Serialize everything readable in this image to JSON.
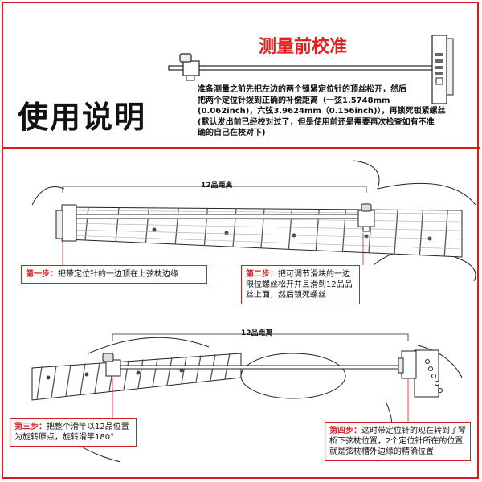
{
  "header": {
    "main_title": "使用说明",
    "calibration_title": "测量前校准",
    "instructions": [
      "准备测量之前先把左边的两个锁紧定位针的顶丝松开，然后",
      "把两个定位针拨到正确的补偿距离（一弦1.5748mm",
      "(0.062inch)，六弦3.9624mm（0.156inch)），再锁死锁紧螺丝",
      "(默认发出前已经校对过了，但是使用前还是需要再次检查如有不准",
      "确的自己在校对下)"
    ]
  },
  "diagram_top": {
    "distance_label": "12品距离",
    "step1": {
      "label": "第一步：",
      "text": "把带定位针的一边顶在上弦枕边缘"
    },
    "step2": {
      "label": "第二步：",
      "text": "把可调节滑块的一边限位螺丝松开并且滑到12品品丝上面，然后锁死螺丝"
    }
  },
  "diagram_bottom": {
    "distance_label": "12品距离",
    "step3": {
      "label": "第三步：",
      "text": "把整个滑竿以12品位置为旋转原点，旋转滑竿180°"
    },
    "step4": {
      "label": "第四步：",
      "text": "这时带定位针的现在转到了琴桥下弦枕位置，2个定位针所在的位置就是弦枕槽外边缘的精确位置"
    }
  },
  "colors": {
    "accent": "#d41f1f",
    "title_red": "#e02020"
  }
}
